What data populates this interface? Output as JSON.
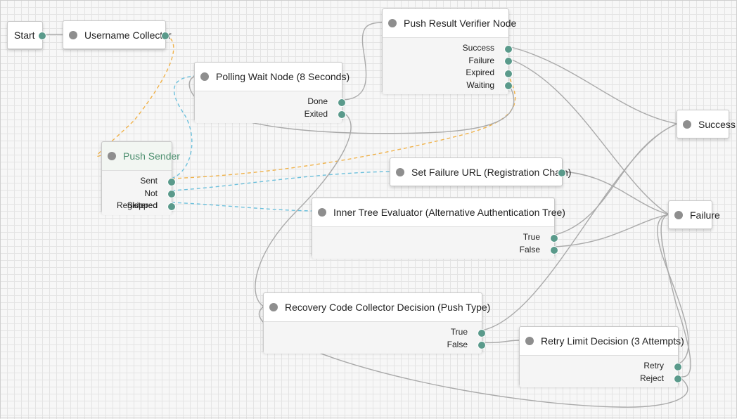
{
  "nodes": {
    "start": {
      "title": "Start"
    },
    "username_collector": {
      "title": "Username Collector"
    },
    "push_sender": {
      "title": "Push Sender",
      "outcomes": [
        "Sent",
        "Not Registered",
        "Skipped"
      ]
    },
    "polling_wait": {
      "title": "Polling Wait Node (8 Seconds)",
      "outcomes": [
        "Done",
        "Exited"
      ]
    },
    "push_result_verifier": {
      "title": "Push Result Verifier Node",
      "outcomes": [
        "Success",
        "Failure",
        "Expired",
        "Waiting"
      ]
    },
    "set_failure_url": {
      "title": "Set Failure URL (Registration Chain)"
    },
    "inner_tree_evaluator": {
      "title": "Inner Tree Evaluator (Alternative Authentication Tree)",
      "outcomes": [
        "True",
        "False"
      ]
    },
    "recovery_code_decision": {
      "title": "Recovery Code Collector Decision (Push Type)",
      "outcomes": [
        "True",
        "False"
      ]
    },
    "retry_limit_decision": {
      "title": "Retry Limit Decision (3 Attempts)",
      "outcomes": [
        "Retry",
        "Reject"
      ]
    },
    "success": {
      "title": "Success"
    },
    "failure": {
      "title": "Failure"
    }
  },
  "colors": {
    "wire": "#aaaaaa",
    "wire_orange": "#f0b24a",
    "wire_blue": "#6cc0dc",
    "output_dot": "#5a9a8b",
    "input_dot": "#8e8e8e",
    "push_sender_title": "#4d8f6f"
  }
}
